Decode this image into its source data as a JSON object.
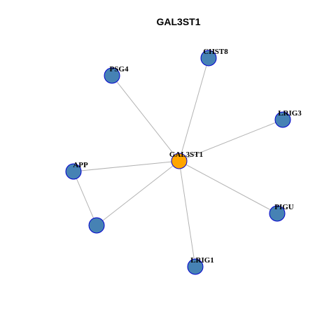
{
  "title": "GAL3ST1",
  "colors": {
    "center_node": "#FFA500",
    "other_node": "#4682B4",
    "node_border": "#0000CD",
    "edge": "#B3B3B3"
  },
  "network": {
    "nodes": [
      {
        "id": "GAL3ST1",
        "label": "GAL3ST1",
        "center": true
      },
      {
        "id": "CHST8",
        "label": "CHST8"
      },
      {
        "id": "PSG4",
        "label": "PSG4"
      },
      {
        "id": "LRIG3",
        "label": "LRIG3"
      },
      {
        "id": "APP",
        "label": "APP"
      },
      {
        "id": "unlabeled",
        "label": ""
      },
      {
        "id": "PIGU",
        "label": "PIGU"
      },
      {
        "id": "LRIG1",
        "label": "LRIG1"
      }
    ],
    "edges": [
      [
        "GAL3ST1",
        "CHST8"
      ],
      [
        "GAL3ST1",
        "PSG4"
      ],
      [
        "GAL3ST1",
        "LRIG3"
      ],
      [
        "GAL3ST1",
        "APP"
      ],
      [
        "GAL3ST1",
        "unlabeled"
      ],
      [
        "GAL3ST1",
        "PIGU"
      ],
      [
        "GAL3ST1",
        "LRIG1"
      ],
      [
        "APP",
        "unlabeled"
      ]
    ]
  }
}
